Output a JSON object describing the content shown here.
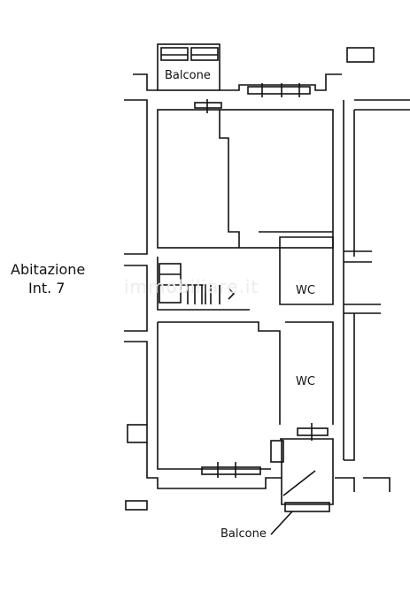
{
  "plan": {
    "unit_name": "Abitazione",
    "unit_number": "Int. 7",
    "balcony_top": "Balcone",
    "balcony_bottom": "Balcone",
    "wc_1": "WC",
    "wc_2": "WC",
    "watermark": "immobiliare.it"
  }
}
